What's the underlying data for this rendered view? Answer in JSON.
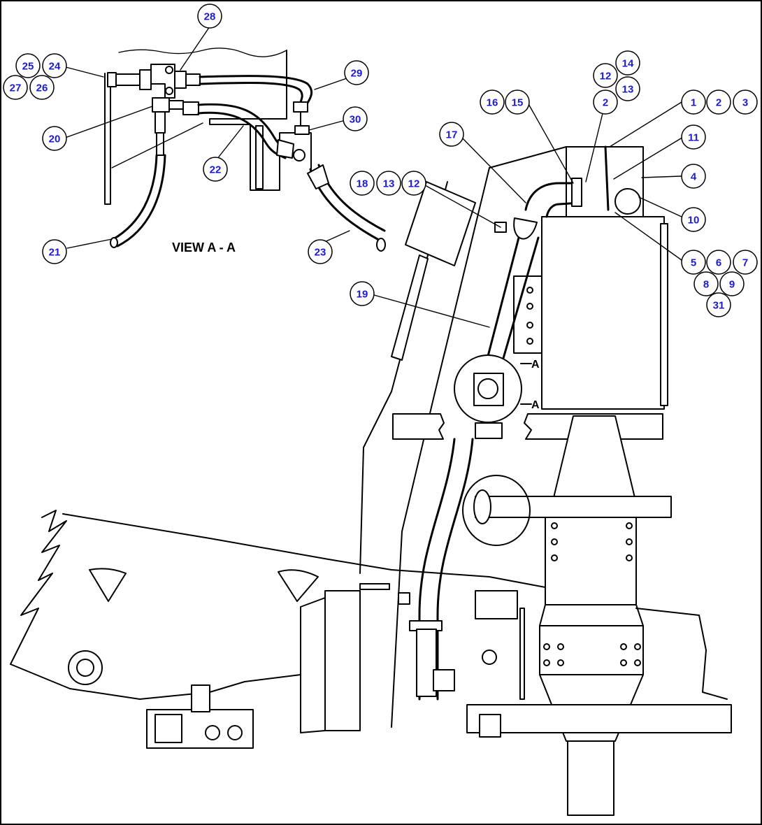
{
  "view_caption": "VIEW A - A",
  "section_marker": "A",
  "colors": {
    "callout_text": "#1a1ad8",
    "line": "#000000",
    "background": "#ffffff"
  },
  "callouts": [
    {
      "id": "c28",
      "label": "28"
    },
    {
      "id": "c25",
      "label": "25"
    },
    {
      "id": "c24",
      "label": "24"
    },
    {
      "id": "c27",
      "label": "27"
    },
    {
      "id": "c26",
      "label": "26"
    },
    {
      "id": "c29",
      "label": "29"
    },
    {
      "id": "c30",
      "label": "30"
    },
    {
      "id": "c20",
      "label": "20"
    },
    {
      "id": "c22",
      "label": "22"
    },
    {
      "id": "c21",
      "label": "21"
    },
    {
      "id": "c23",
      "label": "23"
    },
    {
      "id": "c14",
      "label": "14"
    },
    {
      "id": "c12a",
      "label": "12"
    },
    {
      "id": "c13a",
      "label": "13"
    },
    {
      "id": "c16",
      "label": "16"
    },
    {
      "id": "c15",
      "label": "15"
    },
    {
      "id": "c2a",
      "label": "2"
    },
    {
      "id": "c1",
      "label": "1"
    },
    {
      "id": "c2b",
      "label": "2"
    },
    {
      "id": "c3",
      "label": "3"
    },
    {
      "id": "c17",
      "label": "17"
    },
    {
      "id": "c11",
      "label": "11"
    },
    {
      "id": "c18",
      "label": "18"
    },
    {
      "id": "c13b",
      "label": "13"
    },
    {
      "id": "c12b",
      "label": "12"
    },
    {
      "id": "c4",
      "label": "4"
    },
    {
      "id": "c10",
      "label": "10"
    },
    {
      "id": "c5",
      "label": "5"
    },
    {
      "id": "c6",
      "label": "6"
    },
    {
      "id": "c7",
      "label": "7"
    },
    {
      "id": "c8",
      "label": "8"
    },
    {
      "id": "c9",
      "label": "9"
    },
    {
      "id": "c31",
      "label": "31"
    },
    {
      "id": "c19",
      "label": "19"
    }
  ]
}
